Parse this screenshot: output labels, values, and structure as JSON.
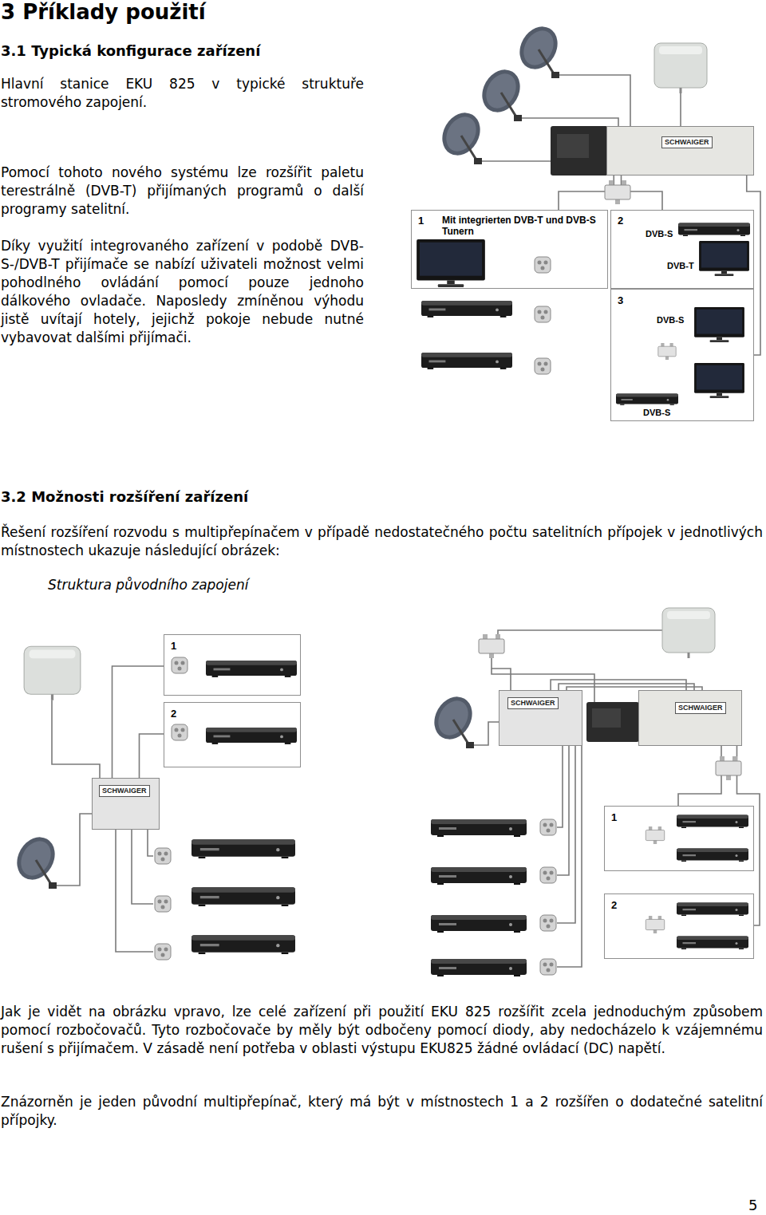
{
  "diagram": {
    "title": "3 Příklady použití",
    "nodes": [
      {
        "text": [
          "SCHWAIGER"
        ]
      },
      {
        "text": [
          "1",
          "Mit integrierten DVB-T und DVB-S Tunern"
        ]
      },
      {
        "text": [
          "2",
          "DVB-S",
          "DVB-T"
        ]
      },
      {
        "text": [
          "3",
          "DVB-S",
          "DVB-S"
        ]
      },
      {
        "text": [
          "1"
        ]
      },
      {
        "text": [
          "2"
        ]
      },
      {
        "text": [
          "SCHWAIGER"
        ]
      },
      {
        "text": [
          "SCHWAIGER"
        ]
      },
      {
        "text": [
          "SCHWAIGER"
        ]
      },
      {
        "text": [
          "1"
        ]
      },
      {
        "text": [
          "2"
        ]
      }
    ],
    "edges": [
      {
        "from": 0,
        "to": 1,
        "arrow": "none"
      },
      {
        "from": 0,
        "to": 2,
        "arrow": "none"
      },
      {
        "from": 0,
        "to": 3,
        "arrow": "none"
      },
      {
        "from": 6,
        "to": 4,
        "arrow": "none"
      },
      {
        "from": 6,
        "to": 5,
        "arrow": "none"
      },
      {
        "from": 7,
        "to": 8,
        "arrow": "none"
      },
      {
        "from": 8,
        "to": 9,
        "arrow": "none"
      },
      {
        "from": 8,
        "to": 10,
        "arrow": "none"
      }
    ],
    "labels": [
      "3.1 Typická konfigurace zařízení",
      "Hlavní stanice EKU 825 v typické struktuře stromového zapojení.",
      "Pomocí tohoto nového systému lze rozšířit paletu terestrálně (DVB-T) přijímaných programů o další programy satelitní.",
      "Díky využití integrovaného zařízení v podobě DVB-S-/DVB-T přijímače se nabízí uživateli možnost velmi pohodlného ovládání pomocí pouze jednoho dálkového ovladače. Naposledy zmíněnou výhodu jistě uvítají hotely, jejichž pokoje nebude nutné vybavovat dalšími přijímači.",
      "3.2 Možnosti rozšíření zařízení",
      "Řešení rozšíření rozvodu s multipřepínačem v případě nedostatečného počtu satelitních přípojek v jednotlivých místnostech ukazuje následující obrázek:",
      "Struktura původního zapojení",
      "Jak je vidět na obrázku vpravo, lze celé zařízení při použití EKU 825 rozšířit zcela jednoduchým způsobem pomocí rozbočovačů. Tyto rozbočovače by měly být odbočeny pomocí diody, aby nedocházelo k vzájemnému rušení s přijímačem. V zásadě není potřeba v oblasti výstupu EKU825 žádné ovládací (DC) napětí.",
      "Znázorněn je jeden původní multipřepínač, který má být v místnostech 1 a 2 rozšířen o dodatečné satelitní přípojky.",
      "5"
    ]
  }
}
